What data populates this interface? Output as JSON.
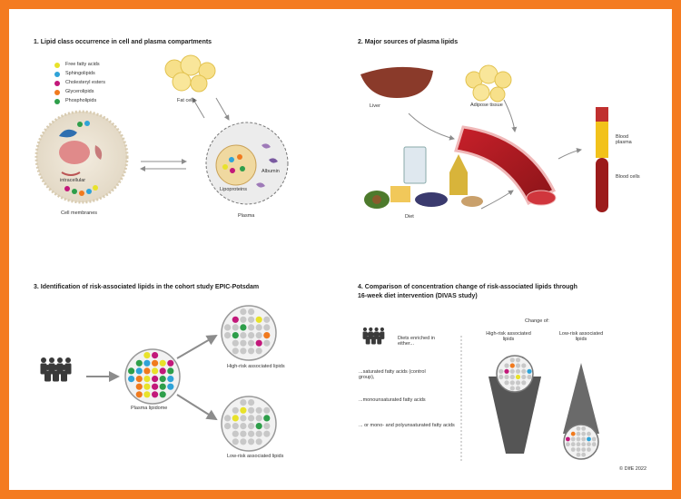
{
  "colors": {
    "free_fatty_acids": "#e8e22a",
    "sphingolipids": "#2fa3d8",
    "cholesteryl_esters": "#c2187a",
    "glycerolipids": "#f07a1e",
    "phospholipids": "#2e9e4a",
    "frame": "#f47b20",
    "blood_red": "#9c1b1b",
    "plasma_yellow": "#f2c21b"
  },
  "panel1": {
    "title": "1. Lipid class occurrence in cell and plasma compartments",
    "legend": [
      "Free fatty acids",
      "Sphingolipids",
      "Cholesteryl esters",
      "Glycerolipids",
      "Phospholipids"
    ],
    "fat_cells": "Fat cells",
    "intracellular": "intracellular",
    "cell_membranes": "Cell membranes",
    "albumin": "Albumin",
    "lipoproteins": "Lipoproteins",
    "plasma": "Plasma"
  },
  "panel2": {
    "title": "2. Major sources of plasma lipids",
    "liver": "Liver",
    "adipose": "Adipose tissue",
    "diet": "Diet",
    "blood_plasma": "Blood plasma",
    "blood_cells": "Blood cells"
  },
  "panel3": {
    "title": "3. Identification of risk-associated lipids in the cohort study EPIC-Potsdam",
    "plasma_lipidome": "Plasma lipidome",
    "high_risk": "High-risk associated lipids",
    "low_risk": "Low-risk associated lipids"
  },
  "panel4": {
    "title_line1": "4. Comparison of concentration change of risk-associated lipids through",
    "title_line2": "16-week diet intervention (DIVAS study)",
    "diets_enriched": "Diets enriched in either...",
    "saturated": "...saturated fatty acids (control group),",
    "monounsaturated": "...monounsaturated fatty acids",
    "poly": "... or mono- and polyunsaturated fatty acids",
    "change_of": "Change of:",
    "high_risk": "High-risk associated lipids",
    "low_risk": "Low-risk associated lipids"
  },
  "copyright": "© DIfE 2022"
}
